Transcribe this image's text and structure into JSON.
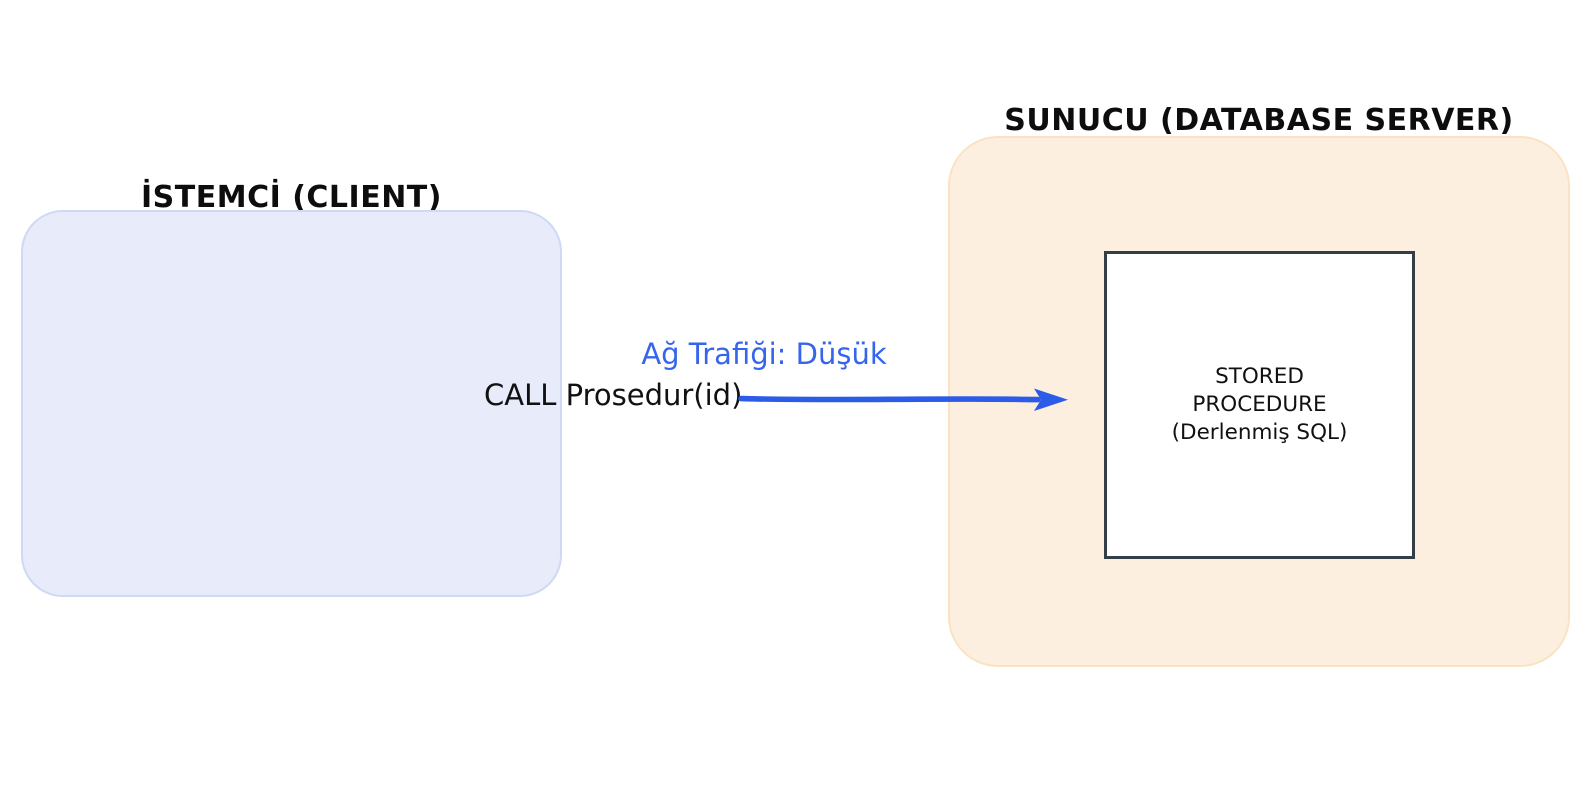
{
  "client": {
    "title": "İSTEMCİ (CLIENT)"
  },
  "server": {
    "title": "SUNUCU (DATABASE SERVER)",
    "stored_procedure": {
      "lines": [
        "STORED",
        "PROCEDURE",
        "(Derlenmiş SQL)"
      ]
    }
  },
  "message": {
    "traffic_label": "Ağ Trafiği: Düşük",
    "call_label": "CALL Prosedur(id)"
  },
  "colors": {
    "page_bg": "#ffffff",
    "title_color": "#0d0d0d",
    "text_color": "#111111",
    "client_fill": "#e7ebfa",
    "client_border": "#cfd9f6",
    "server_fill": "#fdefdf",
    "server_border": "#fae3c2",
    "sp_fill": "#ffffff",
    "sp_border": "#333f46",
    "arrow_blue": "#2c5be8",
    "label_blue": "#3465ec"
  }
}
